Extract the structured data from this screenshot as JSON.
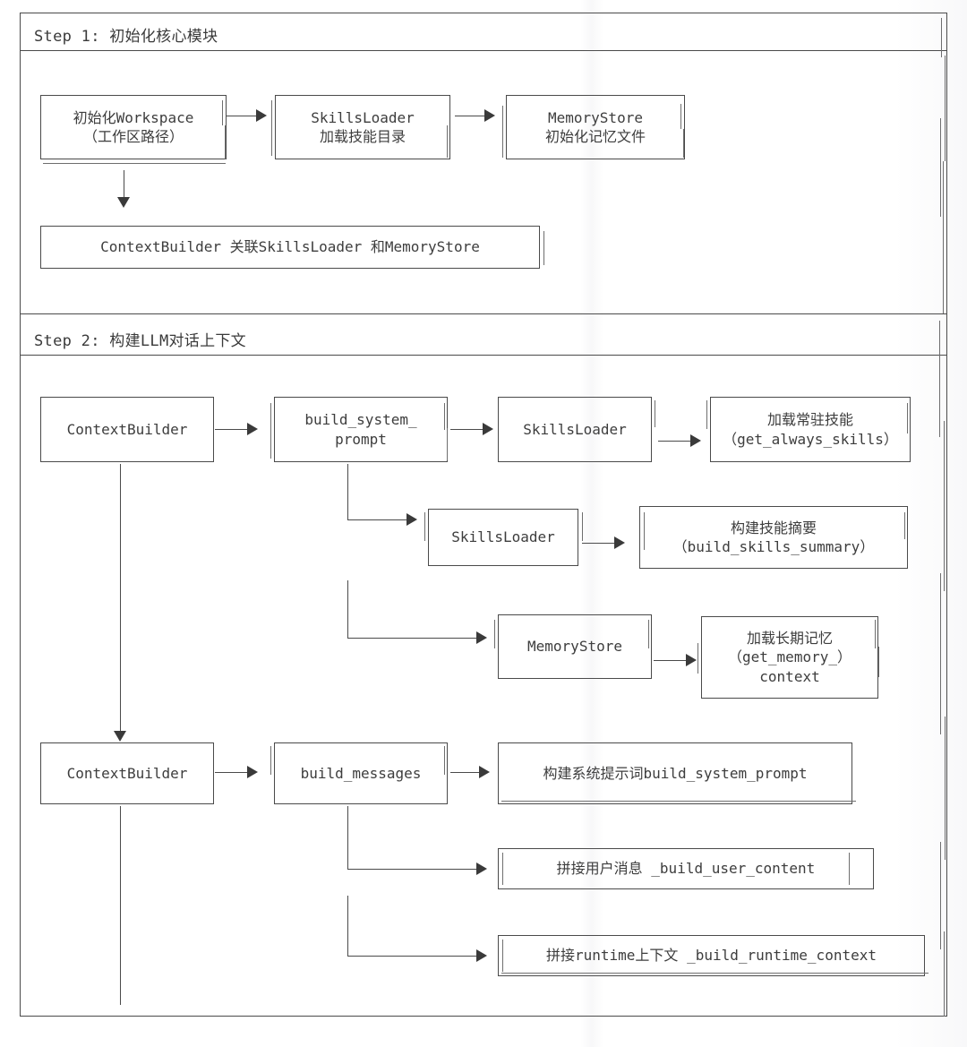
{
  "diagram": {
    "title_step1": "Step 1: 初始化核心模块",
    "title_step2": "Step 2: 构建LLM对话上下文",
    "colors": {
      "stroke": "#4a4a4a",
      "sketch_stroke": "#6e6e6e",
      "text": "#3d3d3d",
      "background": "#ffffff"
    }
  },
  "step1": {
    "label": "Step 1: 初始化核心模块",
    "nodes": [
      {
        "id": "n1_workspace",
        "text": "初始化Workspace\n（工作区路径）"
      },
      {
        "id": "n1_skillsloader",
        "text": "SkillsLoader\n加载技能目录"
      },
      {
        "id": "n1_memorystore",
        "text": "MemoryStore\n初始化记忆文件"
      },
      {
        "id": "n1_contextbuilder",
        "text": "ContextBuilder 关联SkillsLoader 和MemoryStore"
      }
    ],
    "edges": [
      {
        "from": "n1_workspace",
        "to": "n1_skillsloader",
        "dir": "right"
      },
      {
        "from": "n1_skillsloader",
        "to": "n1_memorystore",
        "dir": "right"
      },
      {
        "from": "n1_workspace",
        "to": "n1_contextbuilder",
        "dir": "down"
      }
    ]
  },
  "step2": {
    "label": "Step 2: 构建LLM对话上下文",
    "nodes": [
      {
        "id": "n2_contextbuilder_a",
        "text": "ContextBuilder"
      },
      {
        "id": "n2_build_system",
        "text": "build_system_\nprompt"
      },
      {
        "id": "n2_skillsloader_a",
        "text": "SkillsLoader"
      },
      {
        "id": "n2_always_skills",
        "text": "加载常驻技能\n（get_always_skills）"
      },
      {
        "id": "n2_skillsloader_b",
        "text": "SkillsLoader"
      },
      {
        "id": "n2_skills_summary",
        "text": "构建技能摘要\n（build_skills_summary）"
      },
      {
        "id": "n2_memorystore",
        "text": "MemoryStore"
      },
      {
        "id": "n2_memory_context",
        "text": "加载长期记忆\n（get_memory_）\ncontext"
      },
      {
        "id": "n2_contextbuilder_b",
        "text": "ContextBuilder"
      },
      {
        "id": "n2_build_messages",
        "text": "build_messages"
      },
      {
        "id": "n2_system_prompt",
        "text": "构建系统提示词build_system_prompt"
      },
      {
        "id": "n2_user_content",
        "text": "拼接用户消息 _build_user_content"
      },
      {
        "id": "n2_runtime_context",
        "text": "拼接runtime上下文 _build_runtime_context"
      }
    ],
    "edges": [
      {
        "from": "n2_contextbuilder_a",
        "to": "n2_build_system",
        "dir": "right"
      },
      {
        "from": "n2_build_system",
        "to": "n2_skillsloader_a",
        "dir": "right"
      },
      {
        "from": "n2_skillsloader_a",
        "to": "n2_always_skills",
        "dir": "right"
      },
      {
        "from": "n2_build_system",
        "to": "n2_skillsloader_b",
        "dir": "elbow"
      },
      {
        "from": "n2_skillsloader_b",
        "to": "n2_skills_summary",
        "dir": "right"
      },
      {
        "from": "n2_build_system",
        "to": "n2_memorystore",
        "dir": "elbow"
      },
      {
        "from": "n2_memorystore",
        "to": "n2_memory_context",
        "dir": "right"
      },
      {
        "from": "n2_contextbuilder_a",
        "to": "n2_contextbuilder_b",
        "dir": "down"
      },
      {
        "from": "n2_contextbuilder_b",
        "to": "n2_build_messages",
        "dir": "right"
      },
      {
        "from": "n2_build_messages",
        "to": "n2_system_prompt",
        "dir": "right"
      },
      {
        "from": "n2_build_messages",
        "to": "n2_user_content",
        "dir": "elbow"
      },
      {
        "from": "n2_build_messages",
        "to": "n2_runtime_context",
        "dir": "elbow"
      }
    ]
  }
}
